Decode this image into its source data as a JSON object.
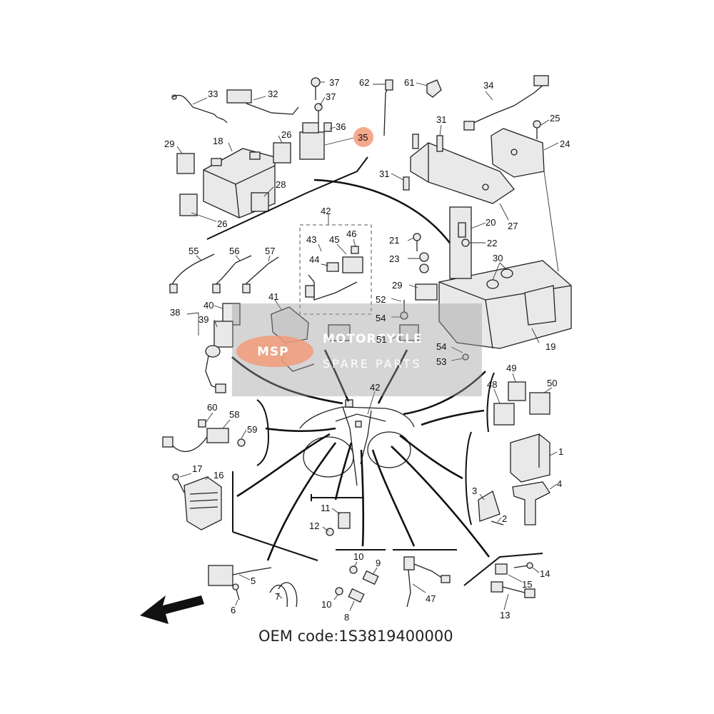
{
  "oem_label": "OEM code:1S3819400000",
  "highlight_color": "#f5a98c",
  "watermark": {
    "logo_text": "MSP",
    "line1": "MOTORCYCLE",
    "line2": "SPARE PARTS",
    "band_color": "#9a9a9a",
    "logo_color": "#f29b79"
  },
  "callouts": {
    "c1": "1",
    "c2": "2",
    "c3": "3",
    "c4": "4",
    "c5": "5",
    "c6": "6",
    "c7": "7",
    "c8": "8",
    "c9": "9",
    "c10a": "10",
    "c10b": "10",
    "c11": "11",
    "c12": "12",
    "c13": "13",
    "c14": "14",
    "c15": "15",
    "c16": "16",
    "c17": "17",
    "c18": "18",
    "c19": "19",
    "c20": "20",
    "c21": "21",
    "c22": "22",
    "c23": "23",
    "c24": "24",
    "c25": "25",
    "c26a": "26",
    "c26b": "26",
    "c27": "27",
    "c28": "28",
    "c29a": "29",
    "c29b": "29",
    "c30": "30",
    "c31a": "31",
    "c31b": "31",
    "c32": "32",
    "c33": "33",
    "c34": "34",
    "c35": "35",
    "c36": "36",
    "c37a": "37",
    "c37b": "37",
    "c38": "38",
    "c39": "39",
    "c40": "40",
    "c41": "41",
    "c42a": "42",
    "c42b": "42",
    "c43": "43",
    "c44": "44",
    "c45": "45",
    "c46": "46",
    "c47": "47",
    "c48": "48",
    "c49": "49",
    "c50": "50",
    "c51": "51",
    "c52": "52",
    "c53": "53",
    "c54a": "54",
    "c54b": "54",
    "c55": "55",
    "c56": "56",
    "c57": "57",
    "c58": "58",
    "c59": "59",
    "c60": "60",
    "c61": "61",
    "c62": "62"
  }
}
